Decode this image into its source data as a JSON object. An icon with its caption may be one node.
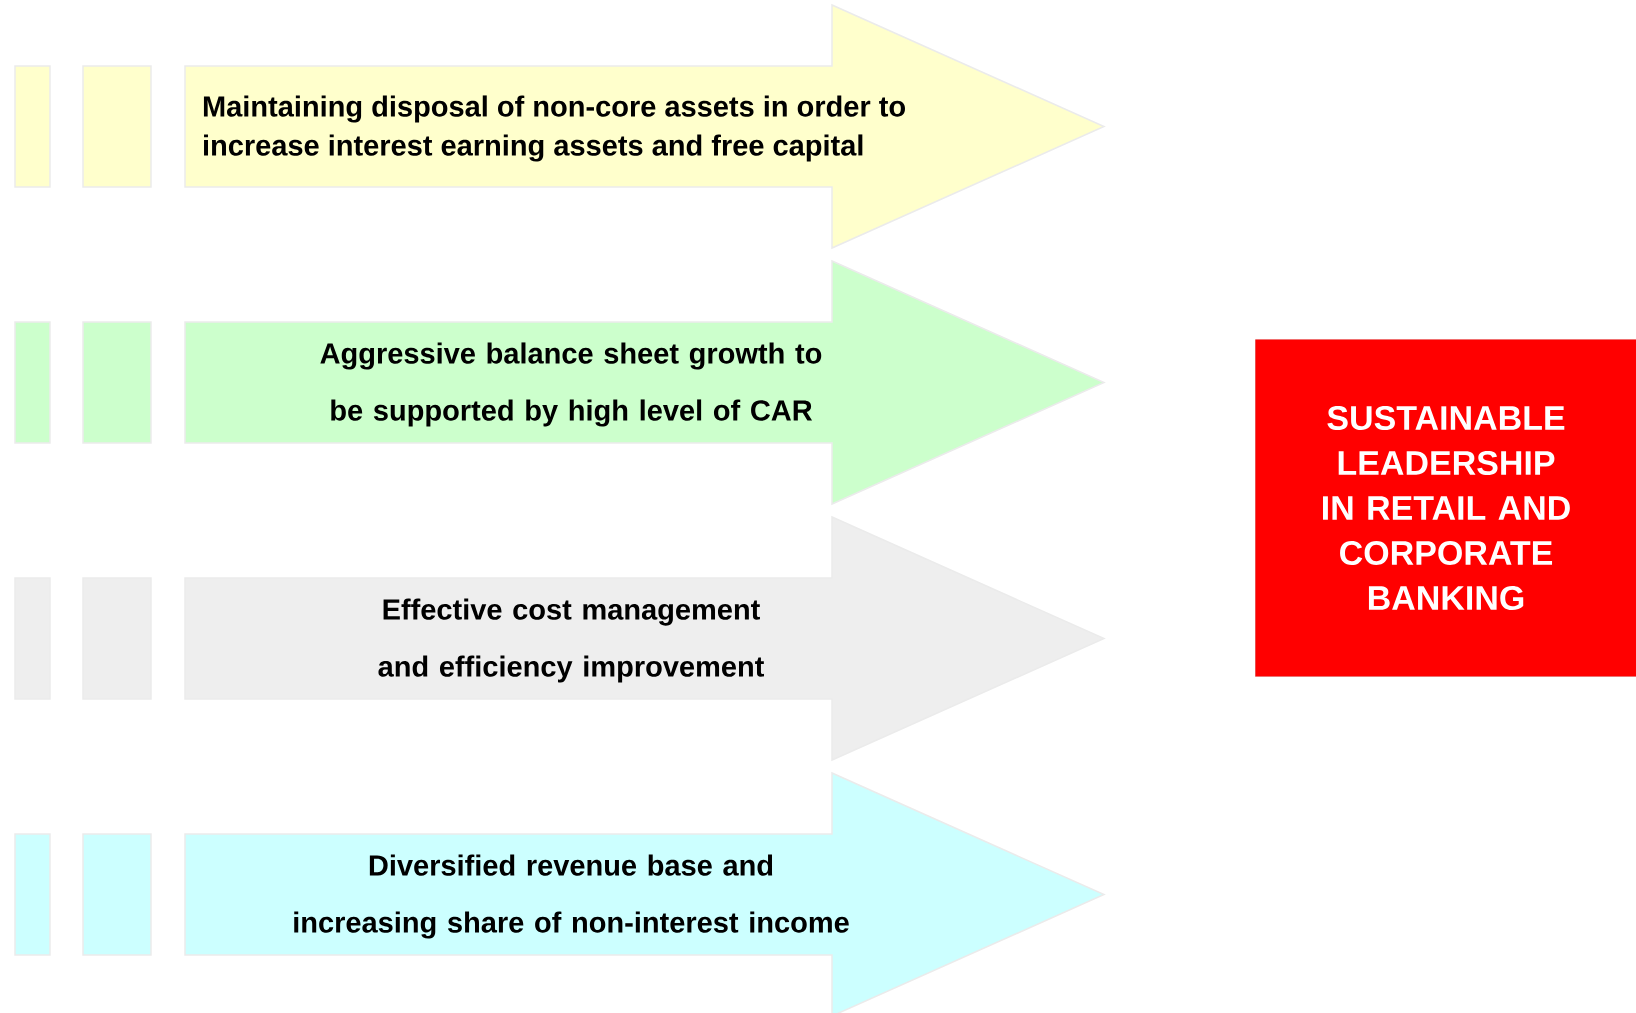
{
  "diagram": {
    "nodes": [
      {
        "text": [
          "Maintaining disposal of non-core assets in order to increase interest earning assets and free capital"
        ]
      },
      {
        "text": [
          "Aggressive balance sheet growth to be supported by high level of CAR"
        ]
      },
      {
        "text": [
          "Effective cost management and efficiency improvement"
        ]
      },
      {
        "text": [
          "Diversified revenue base and increasing share of non-interest income"
        ]
      },
      {
        "text": [
          "SUSTAINABLE LEADERSHIP IN RETAIL AND CORPORATE BANKING"
        ]
      }
    ]
  }
}
